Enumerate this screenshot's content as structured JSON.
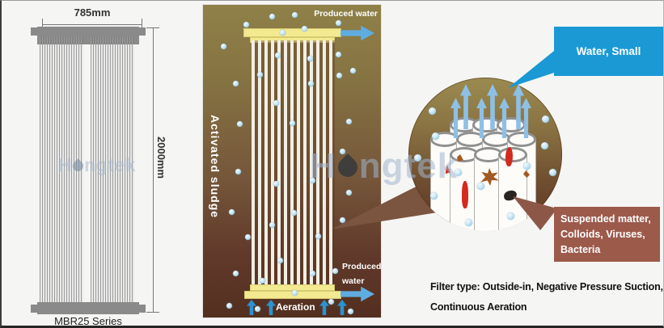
{
  "left_panel": {
    "width_dim": "785mm",
    "height_dim": "2000mm",
    "caption": "MBR25 Series",
    "watermark_prefix": "H",
    "watermark_suffix": "ngtek"
  },
  "process_panel": {
    "sludge_label": "Activated sludge",
    "produced_water_top": "Produced water",
    "produced_water_bottom_line1": "Produced",
    "produced_water_bottom_line2": "water",
    "aeration_label": "Aeration"
  },
  "magnified_view": {
    "clean_callout": "Water, Small",
    "reject_callout_lines": [
      "Suspended matter,",
      "Colloids, Viruses,",
      "Bacteria"
    ]
  },
  "caption": {
    "line1": "Filter type: Outside-in, Negative Pressure Suction,",
    "line2": "Continuous Aeration"
  },
  "watermark": {
    "prefix": "H",
    "suffix": "ngtek"
  },
  "colors": {
    "callout_blue": "#1a99d5",
    "callout_brown": "#9c5a4b",
    "bar_yellow": "#f3e98f",
    "flow_arrow_blue": "#5fade0",
    "aeration_arrow_blue": "#2b93d1",
    "detail_arrow_blue": "#8ec0e5",
    "panel_gradient_top": "#8f8048",
    "panel_gradient_bottom": "#532f1f",
    "header_gray": "#8a8a8a",
    "red_particle": "#d4291e",
    "brown_particle": "#a05a22",
    "black_particle": "#2a2320"
  }
}
